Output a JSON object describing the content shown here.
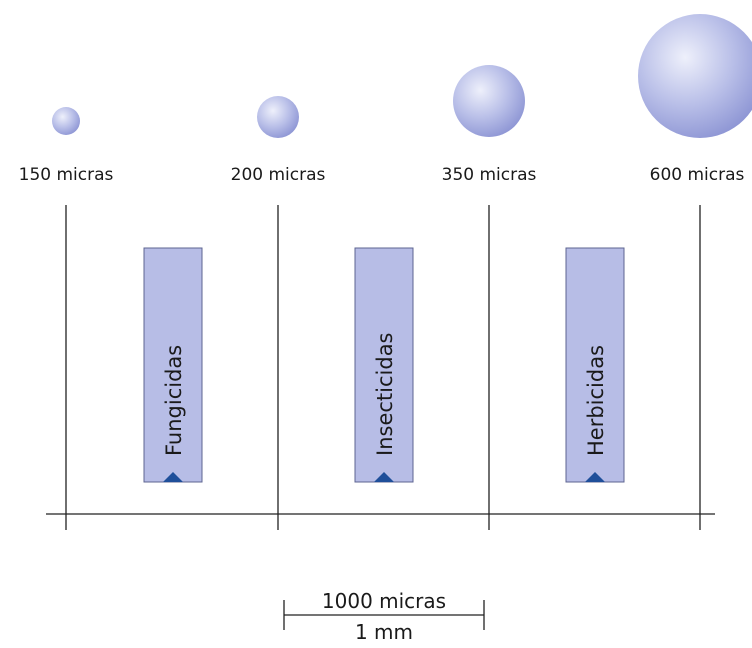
{
  "droplets": [
    {
      "size_um": 150,
      "label": "150 micras"
    },
    {
      "size_um": 200,
      "label": "200 micras"
    },
    {
      "size_um": 350,
      "label": "350 micras"
    },
    {
      "size_um": 600,
      "label": "600 micras"
    }
  ],
  "categories": [
    {
      "label": "Fungicidas"
    },
    {
      "label": "Insecticidas"
    },
    {
      "label": "Herbicidas"
    }
  ],
  "scale_bar": {
    "top_label": "1000 micras",
    "bottom_label": "1 mm"
  },
  "colors": {
    "droplet_light": "#eef0fb",
    "droplet_mid": "#b9bfe8",
    "droplet_dark": "#8d95d4",
    "bar_fill": "#b7bde6",
    "bar_stroke": "#5e6490",
    "marker": "#1f4f9a",
    "line": "#222222"
  }
}
